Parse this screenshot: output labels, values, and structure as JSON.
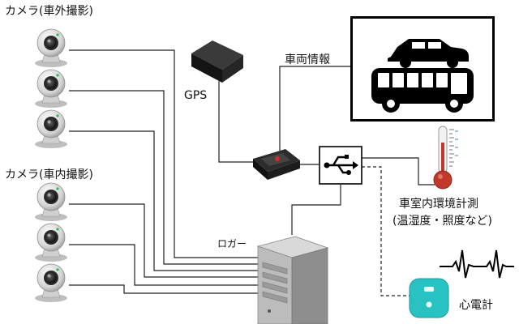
{
  "labels": {
    "camera_exterior": "カメラ(車外撮影)",
    "camera_interior": "カメラ(車内撮影)",
    "gps": "GPS",
    "vehicle_info": "車両情報",
    "logger": "ロガー",
    "env_line1": "車室内環境計測",
    "env_line2": "(温湿度・照度など)",
    "heart_rate": "心電計"
  },
  "icons": {
    "camera": "webcam-icon",
    "gps": "gps-module-icon",
    "vehicle": "car-and-bus-icon",
    "hub": "usb-hub-icon",
    "thermometer": "thermometer-icon",
    "ecg": "heartbeat-wave-icon",
    "sensor": "wearable-sensor-icon",
    "server": "server-tower-icon"
  },
  "colors": {
    "line": "#222222",
    "sensor_teal": "#29c2c2",
    "thermo_red": "#c0392b"
  }
}
